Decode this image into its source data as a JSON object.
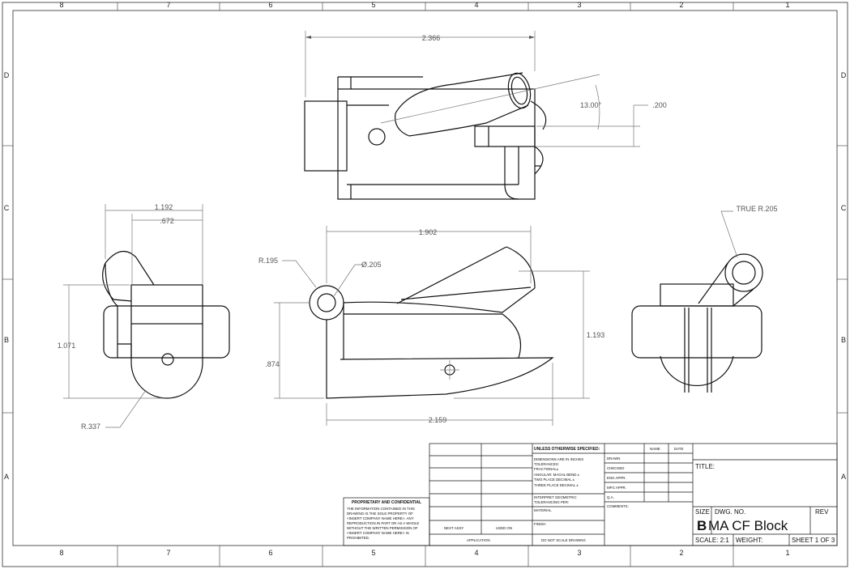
{
  "zones": {
    "columns": [
      "8",
      "7",
      "6",
      "5",
      "4",
      "3",
      "2",
      "1"
    ],
    "rows": [
      "D",
      "C",
      "B",
      "A"
    ]
  },
  "dimensions": {
    "top_width": "2.366",
    "angle": "13.00°",
    "offset": ".200",
    "left_width": "1.192",
    "left_inner_width": ".672",
    "left_height": "1.071",
    "left_radius": "R.337",
    "front_width_top": "1.902",
    "front_radius": "R.195",
    "front_hole": "Ø.205",
    "front_height_right": "1.193",
    "front_height_left": ".874",
    "front_width_bottom": "2.159",
    "right_radius": "TRUE R.205"
  },
  "title_block": {
    "unless_specified": "UNLESS OTHERWISE SPECIFIED:",
    "name_header": "NAME",
    "date_header": "DATE",
    "dims_in_inches": "DIMENSIONS ARE IN INCHES",
    "tolerances": "TOLERANCES:",
    "fractional": "FRACTIONAL±",
    "angular": "ANGULAR: MACH±   BEND ±",
    "two_place": "TWO PLACE DECIMAL   ±",
    "three_place": "THREE PLACE DECIMAL   ±",
    "interpret": "INTERPRET GEOMETRIC",
    "tolerancing": "TOLERANCING PER:",
    "material": "MATERIAL",
    "finish": "FINISH",
    "drawn": "DRAWN",
    "checked": "CHECKED",
    "eng_appr": "ENG APPR.",
    "mfg_appr": "MFG APPR.",
    "qa": "Q.A.",
    "comments": "COMMENTS:",
    "next_assy": "NEXT ASSY",
    "used_on": "USED ON",
    "application": "APPLICATION",
    "do_not_scale": "DO NOT SCALE DRAWING",
    "title_label": "TITLE:",
    "size_label": "SIZE",
    "size_value": "B",
    "dwg_no_label": "DWG.  NO.",
    "dwg_no": "MA CF Block",
    "rev_label": "REV",
    "scale": "SCALE: 2:1",
    "weight": "WEIGHT:",
    "sheet": "SHEET 1 OF 3"
  },
  "proprietary": {
    "heading": "PROPRIETARY AND CONFIDENTIAL",
    "lines": [
      "THE INFORMATION CONTAINED IN THIS",
      "DRAWING IS THE SOLE PROPERTY OF",
      "<INSERT COMPANY NAME HERE>. ANY",
      "REPRODUCTION IN PART OR AS A WHOLE",
      "WITHOUT THE WRITTEN PERMISSION OF",
      "<INSERT COMPANY NAME HERE> IS",
      "PROHIBITED."
    ]
  }
}
